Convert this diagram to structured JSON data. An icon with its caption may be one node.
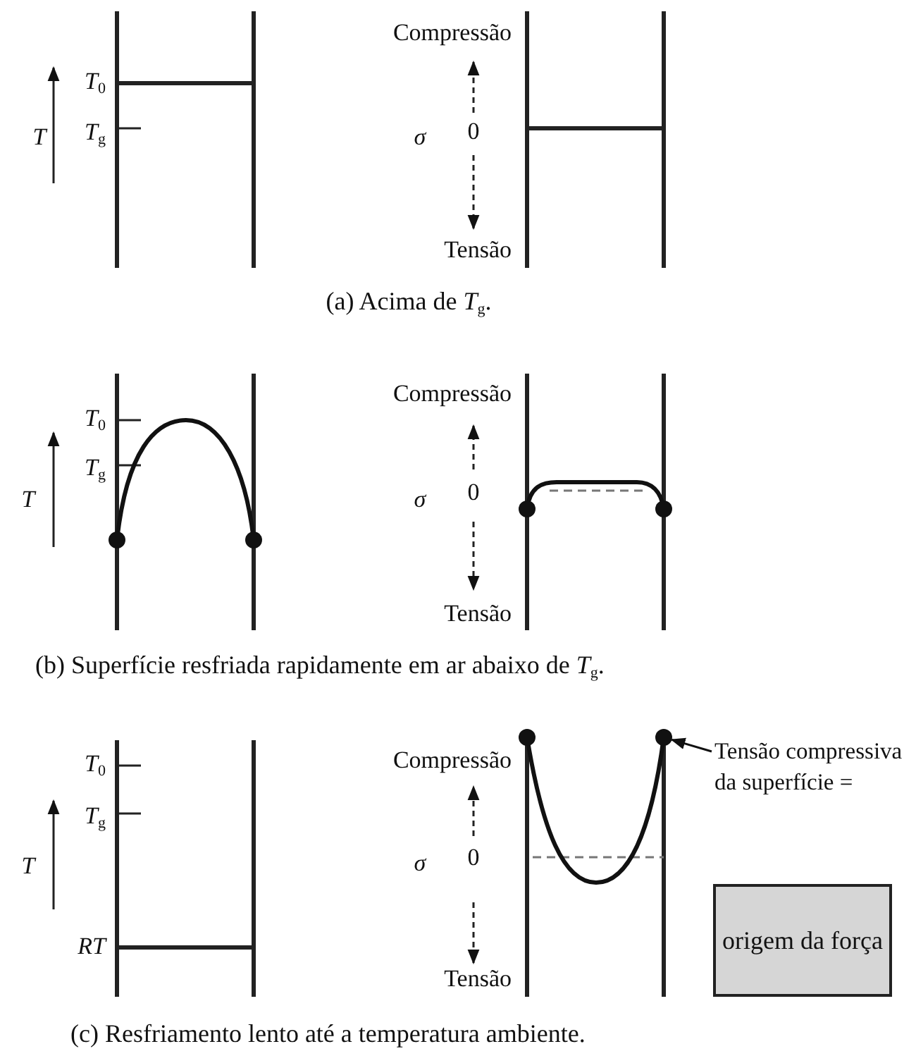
{
  "diagram": {
    "nodes": [
      {
        "text": [
          "Tensão compressiva da superfície ="
        ]
      },
      {
        "text": [],
        "shape": "circle"
      },
      {
        "text": [
          "origem da força"
        ]
      }
    ],
    "edges": [
      {
        "from": 0,
        "to": 1,
        "arrow": "to"
      }
    ],
    "labels": [
      "Compressão",
      "*T*$_{0}$",
      "T",
      "*T*$_{g}$",
      "σ",
      "0",
      "Tensão",
      "(a) Acima de *T*$_{g}$.",
      "Compressão",
      "*T*$_{0}$",
      "*T*$_{g}$",
      "T",
      "σ",
      "0",
      "Tensão",
      "(b) Superfície resfriada rapidamente em ar abaixo de *T*$_{g}$.",
      "*T*$_{0}$",
      "Compressão",
      "*T*$_{g}$",
      "T",
      "σ",
      "0",
      "RT",
      "Tensão",
      "(c) Resfriamento lento até a temperatura ambiente."
    ]
  }
}
